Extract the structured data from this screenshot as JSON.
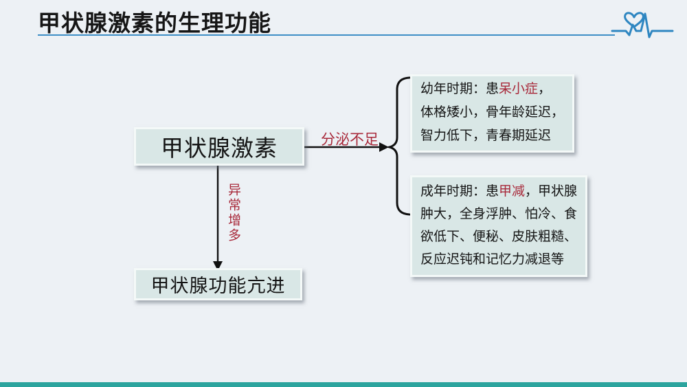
{
  "slide": {
    "title": "甲状腺激素的生理功能",
    "colors": {
      "background": "#edf1f5",
      "title_underline": "#3e8fc6",
      "icon_blue": "#2e86c1",
      "box_fill": "#d9e7e6",
      "box_border": "#f4f9f8",
      "highlight_red": "#a8293a",
      "footer_bar": "#2ca49e"
    },
    "icons": {
      "header_icon": "heart-ecg-icon"
    }
  },
  "diagram": {
    "main_box_label": "甲状腺激素",
    "secrete_arrow_label": "分泌不足",
    "increase_arrow_label": "异常增多",
    "hyper_box_label": "甲状腺功能亢进",
    "young_box": {
      "line1_prefix": "幼年时期：患",
      "line1_highlight": "呆小症",
      "line1_suffix": "，",
      "line2": "体格矮小，骨年龄延迟，",
      "line3": "智力低下，青春期延迟"
    },
    "adult_box": {
      "line1_prefix": "成年时期：患",
      "line1_highlight": "甲减",
      "line1_suffix": "，甲状腺",
      "line2": "肿大，全身浮肿、怕冷、食",
      "line3": "欲低下、便秘、皮肤粗糙、",
      "line4": "反应迟钝和记忆力减退等"
    }
  }
}
